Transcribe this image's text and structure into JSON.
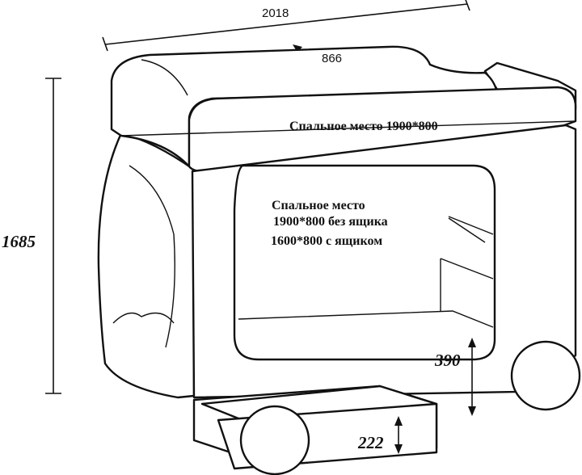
{
  "dimensions": {
    "length": "2018",
    "depth": "866",
    "height": "1685",
    "lower_bed_height": "390",
    "drawer_height": "222"
  },
  "labels": {
    "upper_bed": "Спальное место 1900*800",
    "lower_bed_line1": "Спальное место",
    "lower_bed_line2": "1900*800 без ящика",
    "lower_bed_line3": "1600*800 с ящиком"
  }
}
